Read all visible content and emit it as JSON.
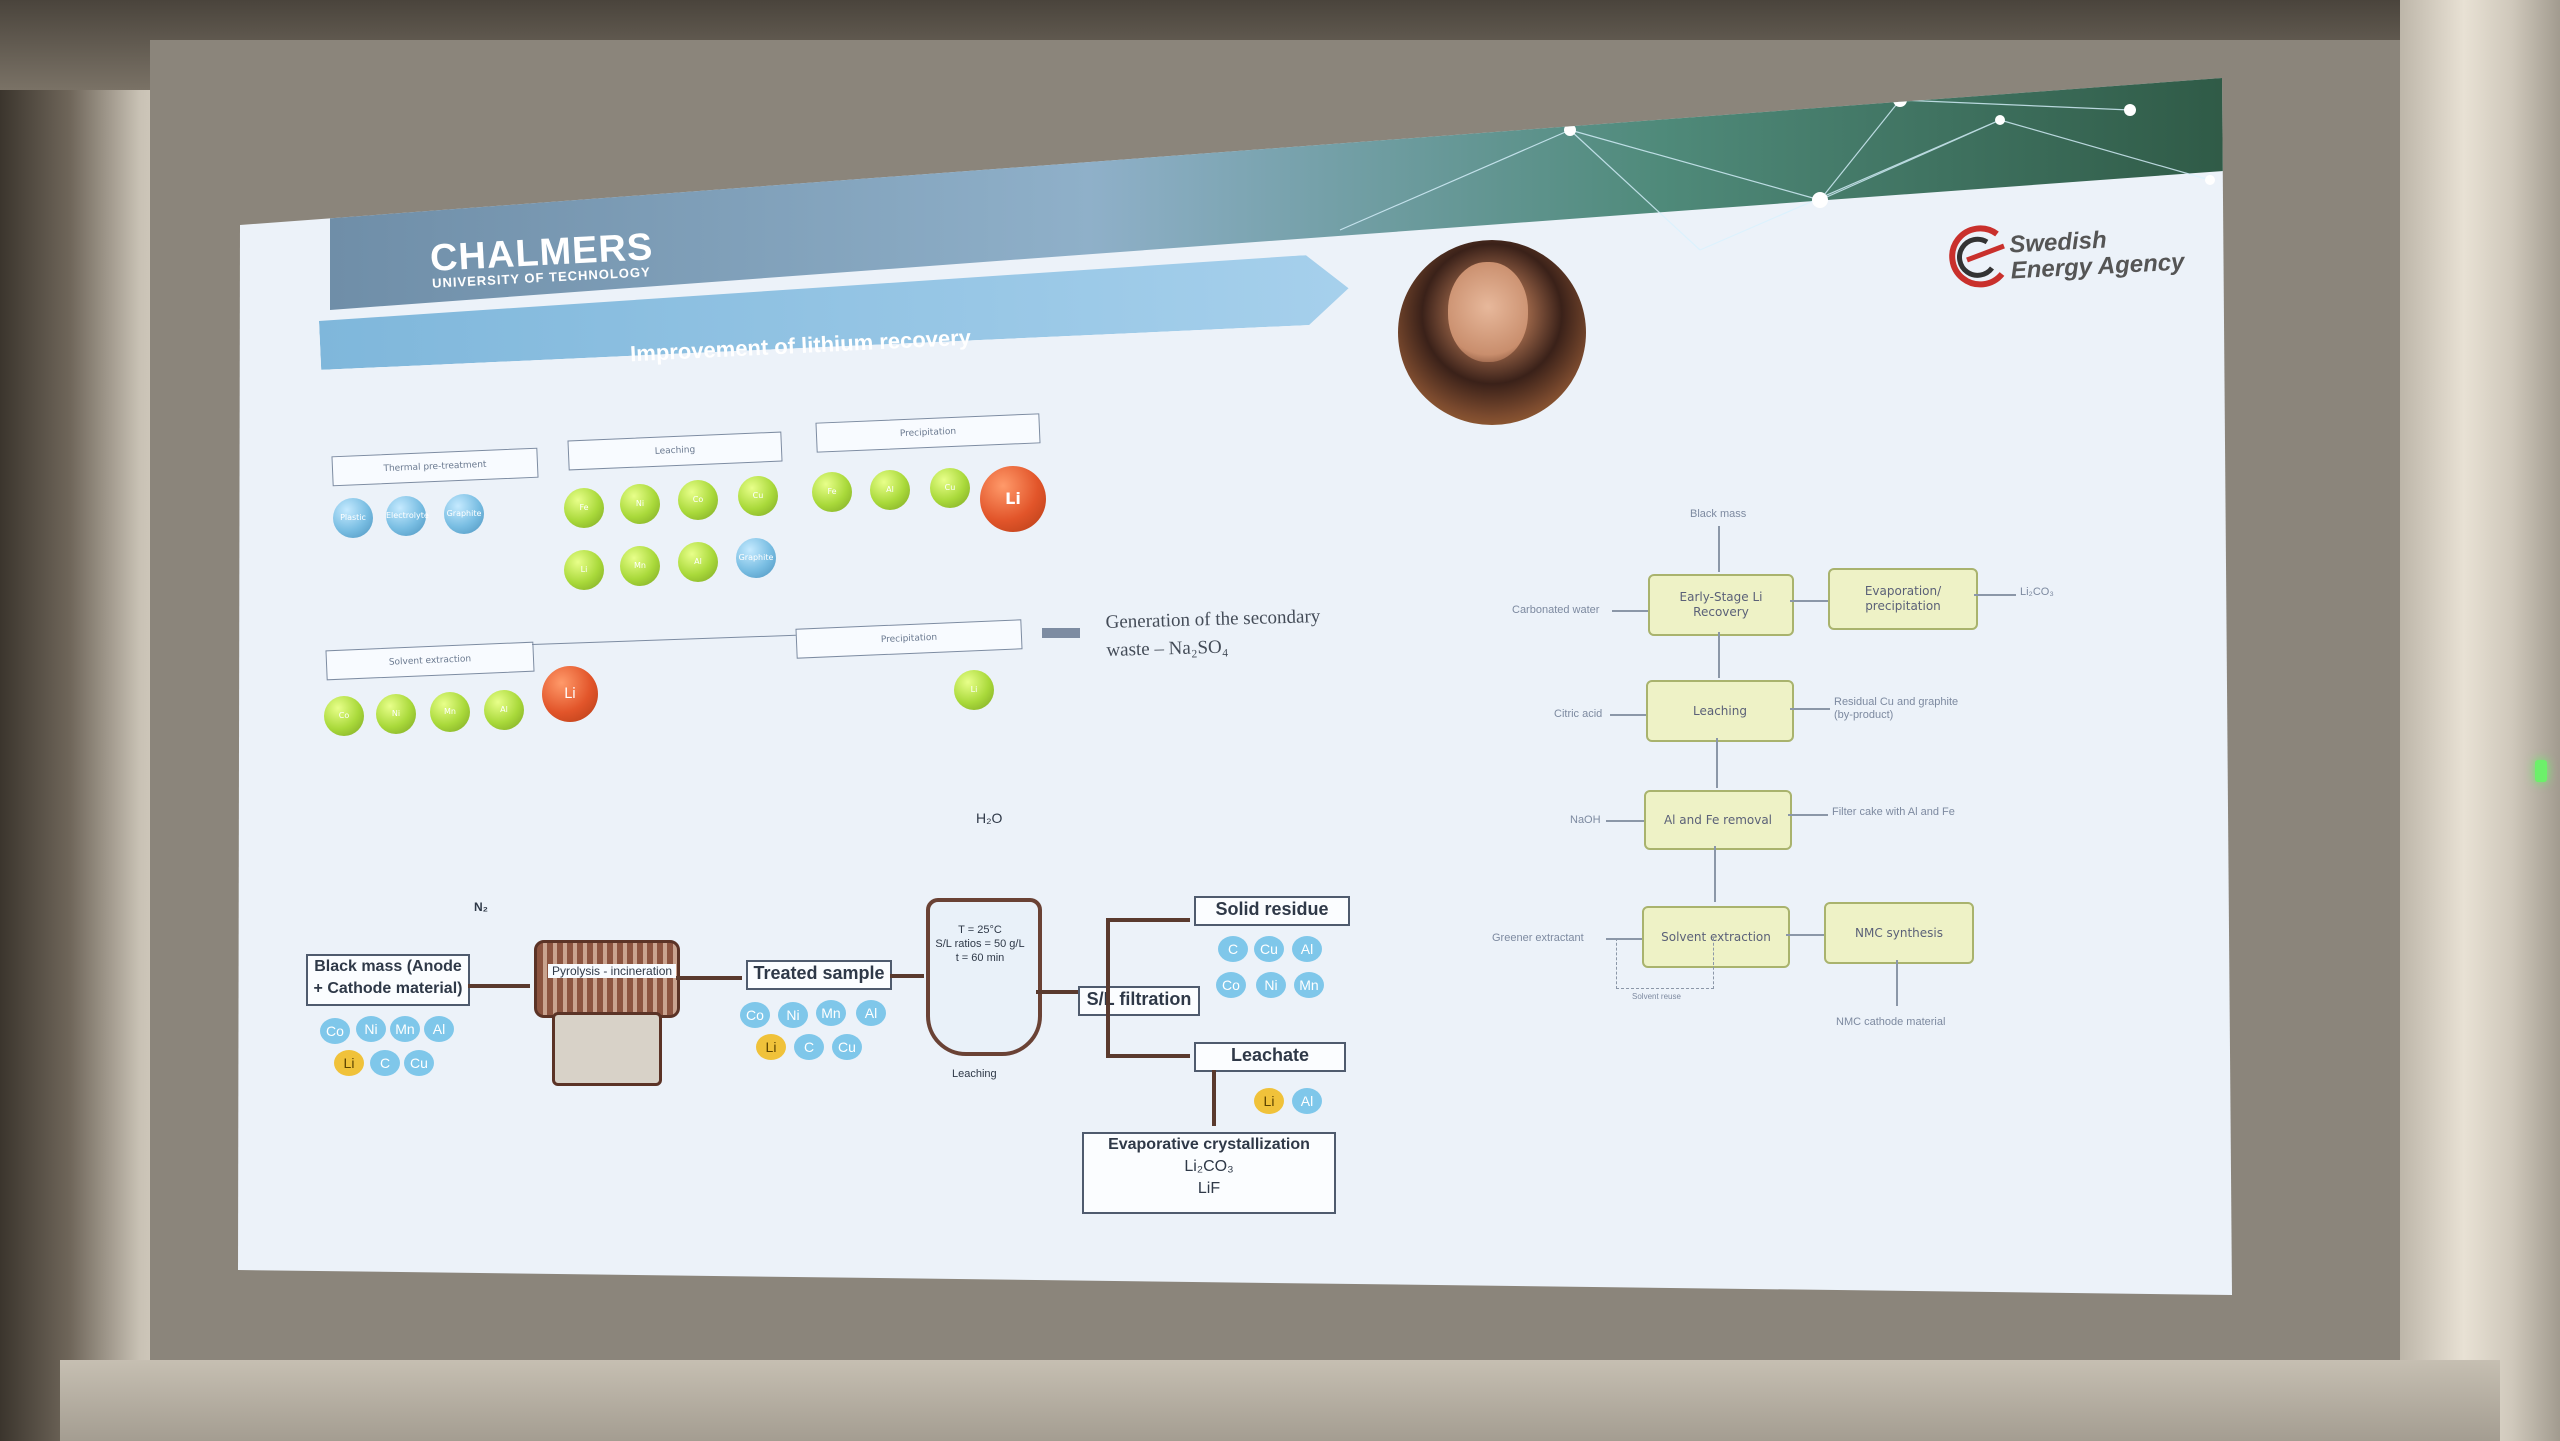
{
  "slide": {
    "brand": "CHALMERS",
    "brand_subtitle": "UNIVERSITY OF TECHNOLOGY",
    "title": "Improvement of lithium recovery",
    "agency_line1": "Swedish",
    "agency_line2": "Energy Agency"
  },
  "top_flow": {
    "steps": [
      "Thermal pre-treatment",
      "Leaching",
      "Precipitation"
    ],
    "step1_balls": [
      "Plastic",
      "Electrolyte",
      "Graphite"
    ],
    "leach_balls_row1": [
      "Fe",
      "Ni",
      "Co",
      "Cu"
    ],
    "leach_balls_row2": [
      "Li",
      "Mn",
      "Al",
      "Graphite"
    ],
    "precip_balls": [
      "Fe",
      "Al",
      "Cu"
    ],
    "precip_highlight": "Li",
    "steps_row2": [
      "Solvent extraction",
      "Precipitation"
    ],
    "sx_balls": [
      "Co",
      "Ni",
      "Mn",
      "Al"
    ],
    "sx_highlight": "Li",
    "precip2_ball": "Li",
    "generation_line1": "Generation of the secondary",
    "generation_line2": "waste – Na₂SO₄"
  },
  "process": {
    "n2": "N₂",
    "h2o": "H₂O",
    "black_mass": "Black mass (Anode + Cathode material)",
    "black_mass_chips_row1": [
      "Co",
      "Ni",
      "Mn",
      "Al"
    ],
    "black_mass_chips_row2": [
      "Li",
      "C",
      "Cu"
    ],
    "furnace_label": "Pyrolysis - incineration",
    "treated_sample": "Treated sample",
    "treated_chips_row1": [
      "Co",
      "Ni",
      "Mn",
      "Al"
    ],
    "treated_chips_row2": [
      "Li",
      "C",
      "Cu"
    ],
    "reactor_conditions": [
      "T = 25°C",
      "S/L ratios = 50 g/L",
      "t = 60 min"
    ],
    "reactor_label": "Leaching",
    "filtration": "S/L filtration",
    "solid_residue": "Solid residue",
    "solid_chips_row1": [
      "C",
      "Cu",
      "Al"
    ],
    "solid_chips_row2": [
      "Co",
      "Ni",
      "Mn"
    ],
    "leachate": "Leachate",
    "leachate_chips": [
      "Li",
      "Al"
    ],
    "crystallization_title": "Evaporative crystallization",
    "crystallization_p1": "Li₂CO₃",
    "crystallization_p2": "LiF"
  },
  "flowchart": {
    "black_mass": "Black mass",
    "carbonated_water": "Carbonated water",
    "early_stage": "Early-Stage Li Recovery",
    "evaporation": "Evaporation/ precipitation",
    "li2co3": "Li₂CO₃",
    "citric_acid": "Citric acid",
    "leaching": "Leaching",
    "residual": "Residual Cu and graphite (by-product)",
    "naoh": "NaOH",
    "al_fe": "Al and Fe removal",
    "filter_cake": "Filter cake with Al and Fe",
    "greener": "Greener extractant",
    "solvent": "Solvent extraction",
    "nmc_synthesis": "NMC synthesis",
    "solvent_reuse": "Solvent reuse",
    "nmc_cathode": "NMC cathode material"
  }
}
